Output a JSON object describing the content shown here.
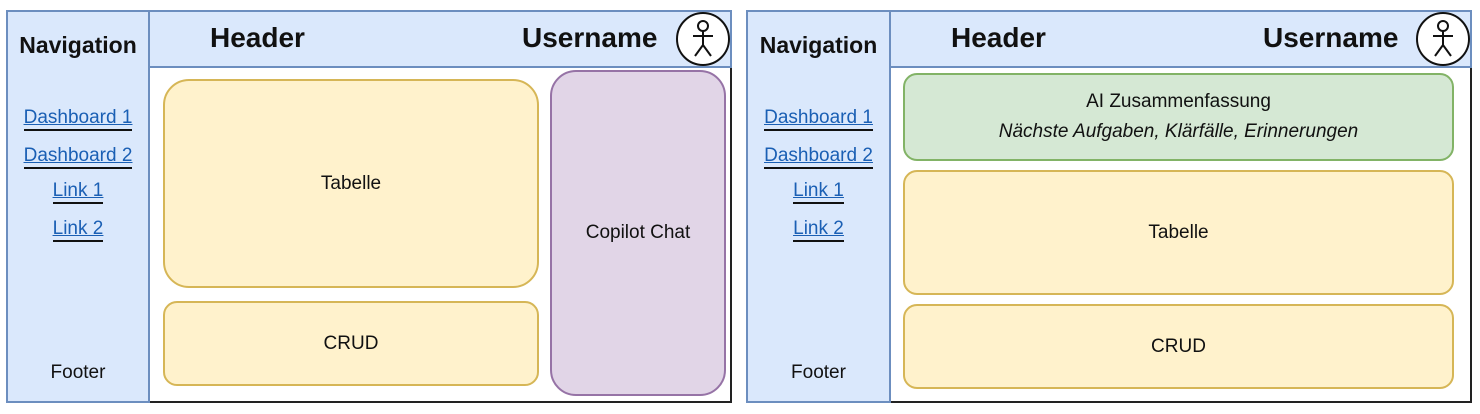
{
  "left": {
    "navigation": {
      "title": "Navigation",
      "links": [
        "Dashboard 1",
        "Dashboard 2",
        "Link 1",
        "Link 2"
      ],
      "footer": "Footer"
    },
    "header": {
      "title": "Header",
      "username": "Username",
      "avatar_icon": "user-stick-figure-icon"
    },
    "content": {
      "table": "Tabelle",
      "crud": "CRUD",
      "chat": "Copilot Chat"
    }
  },
  "right": {
    "navigation": {
      "title": "Navigation",
      "links": [
        "Dashboard 1",
        "Dashboard 2",
        "Link 1",
        "Link 2"
      ],
      "footer": "Footer"
    },
    "header": {
      "title": "Header",
      "username": "Username",
      "avatar_icon": "user-stick-figure-icon"
    },
    "content": {
      "summary_title": "AI Zusammenfassung",
      "summary_subtitle": "Nächste Aufgaben, Klärfälle, Erinnerungen",
      "table": "Tabelle",
      "crud": "CRUD"
    }
  },
  "colors": {
    "nav_fill": "#dae8fc",
    "nav_stroke": "#6c8ebf",
    "yellow_fill": "#fff2cc",
    "yellow_stroke": "#d6b656",
    "purple_fill": "#e1d5e7",
    "purple_stroke": "#9673a6",
    "green_fill": "#d5e8d4",
    "green_stroke": "#82b366",
    "link": "#1a5fb4"
  }
}
